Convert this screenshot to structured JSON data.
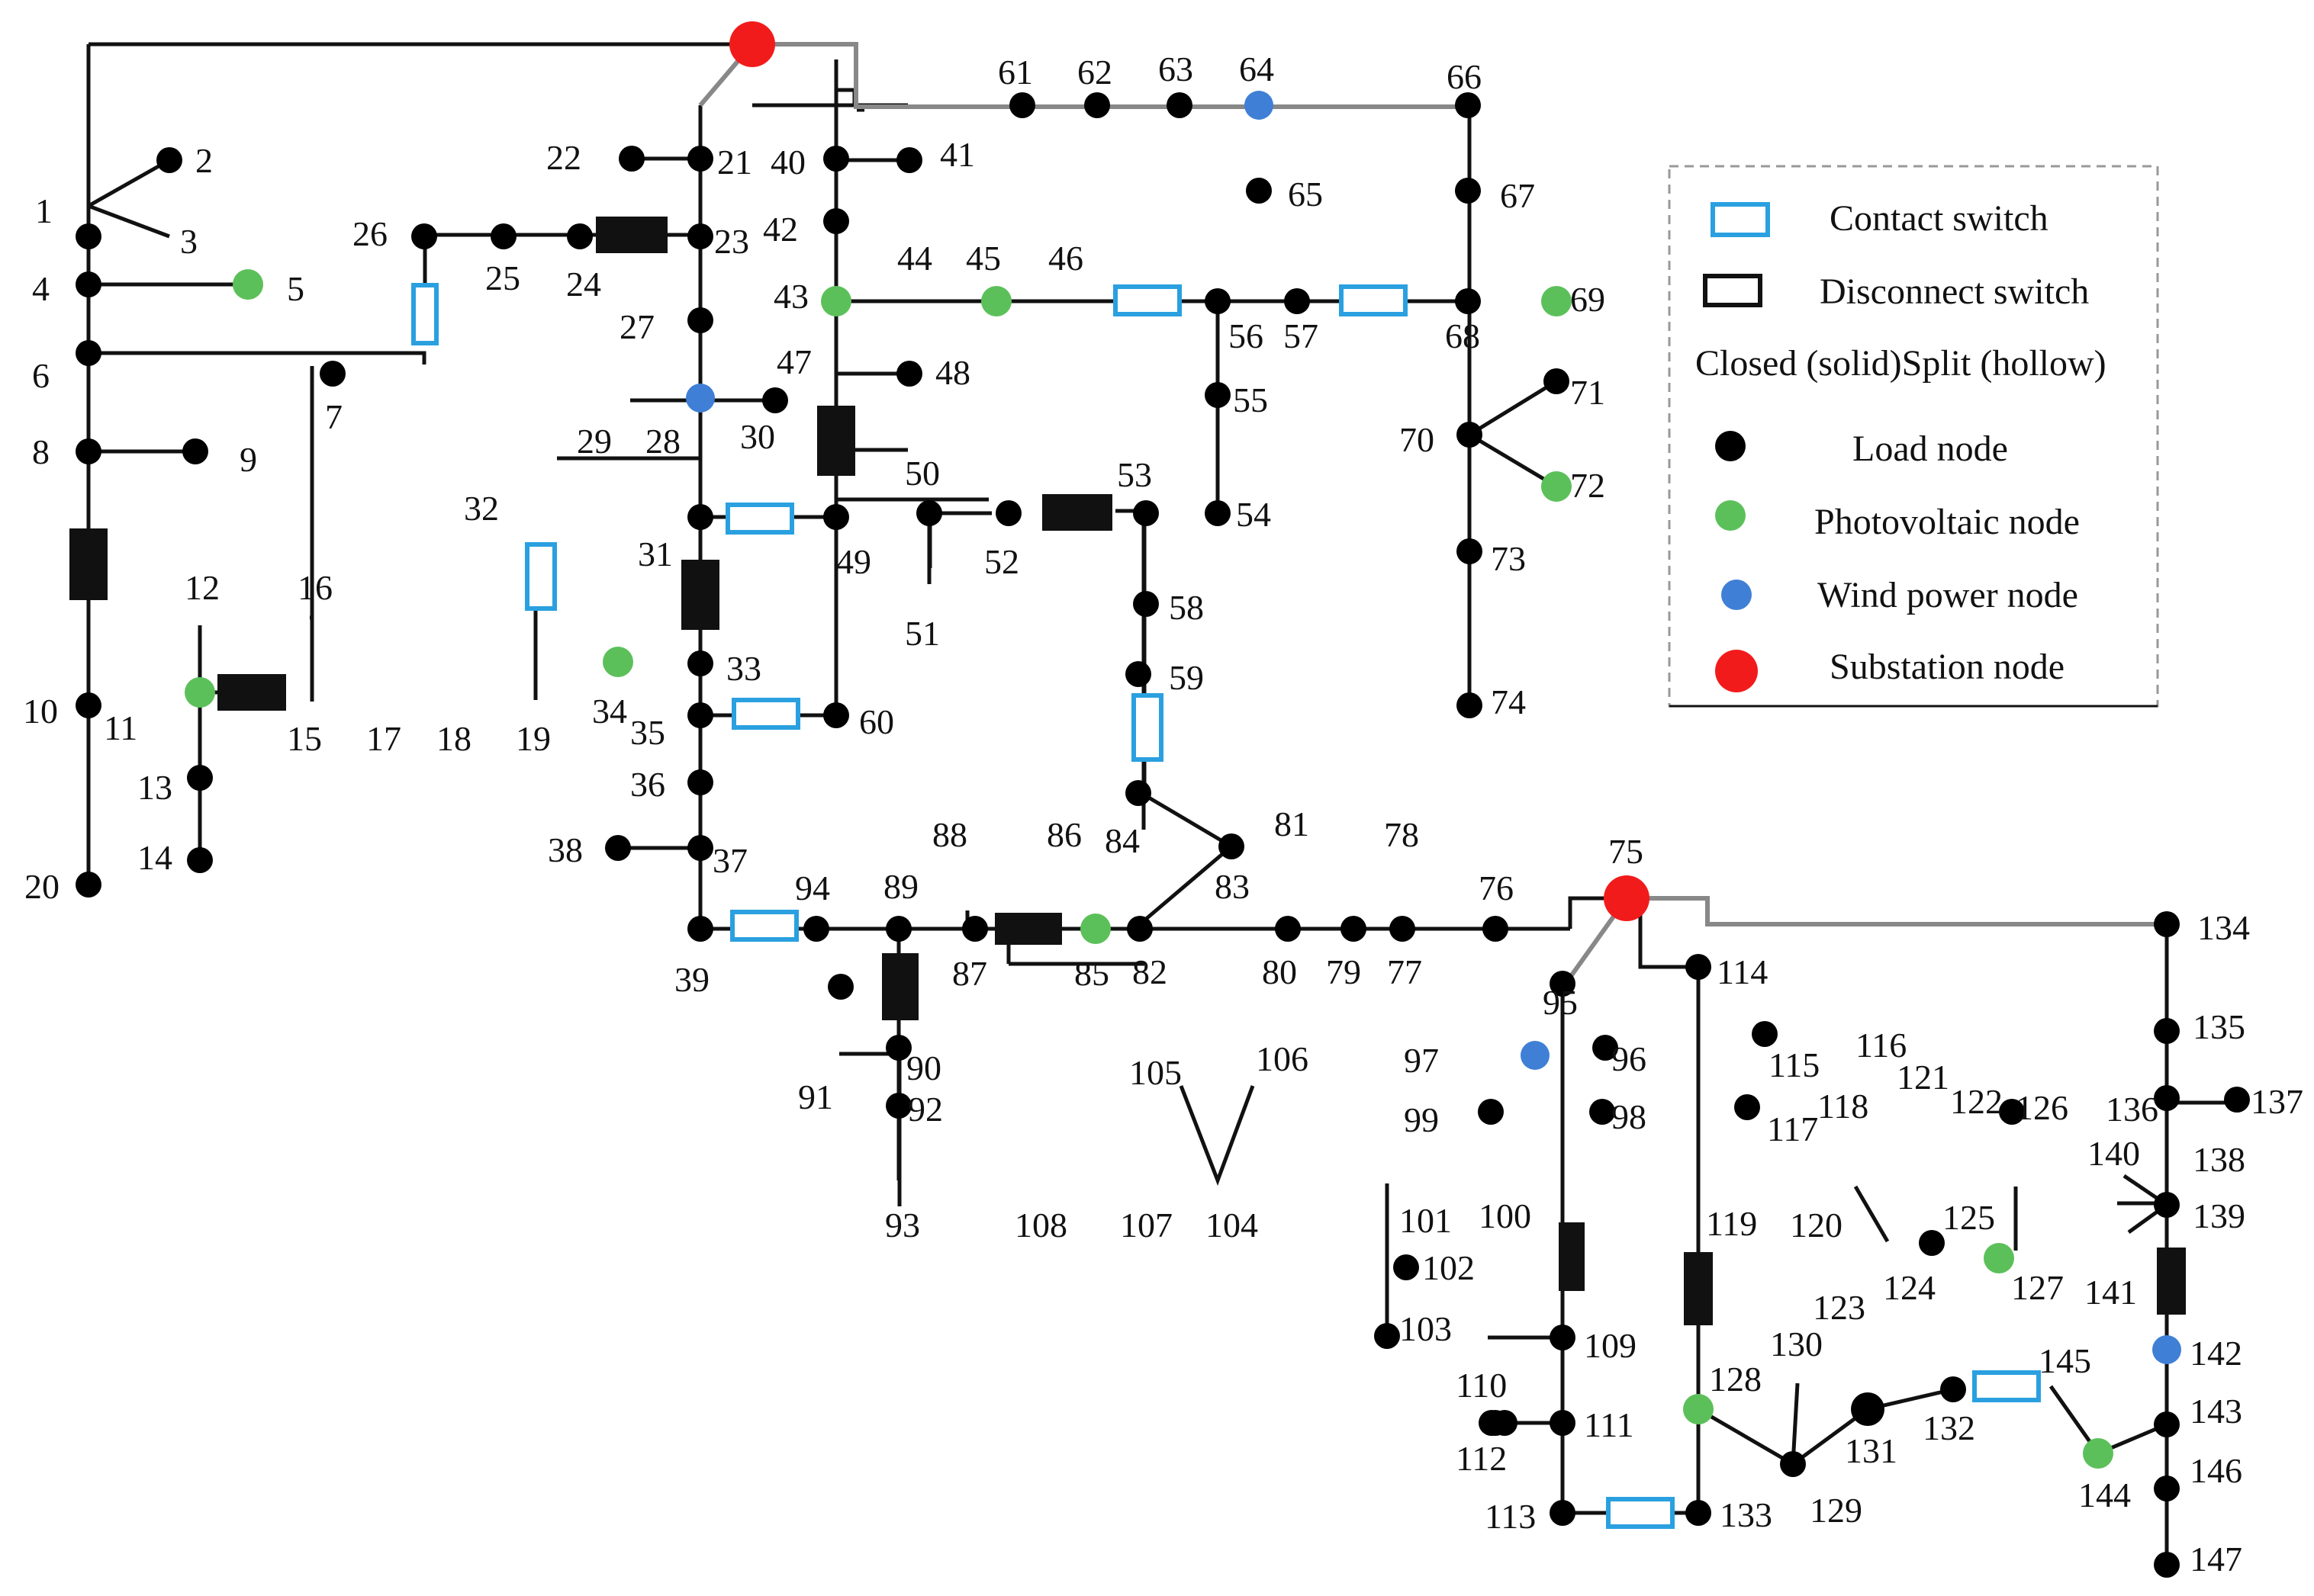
{
  "legend": {
    "contact_switch": "Contact switch",
    "disconnect_switch": "Disconnect switch",
    "closed_split": "Closed (solid)Split (hollow)",
    "load_node": "Load node",
    "pv_node": "Photovoltaic node",
    "wind_node": "Wind power node",
    "substation_node": "Substation node"
  },
  "colors": {
    "load": "#000000",
    "pv": "#5cc05a",
    "wind": "#3f7fd6",
    "substation": "#f21b1b",
    "contact_switch": "#2aa0e0",
    "line": "#111111"
  },
  "labels": [
    "1",
    "2",
    "3",
    "4",
    "5",
    "6",
    "7",
    "8",
    "9",
    "10",
    "11",
    "12",
    "13",
    "14",
    "15",
    "16",
    "17",
    "18",
    "19",
    "20",
    "21",
    "22",
    "23",
    "24",
    "25",
    "26",
    "27",
    "28",
    "29",
    "30",
    "31",
    "32",
    "33",
    "34",
    "35",
    "36",
    "37",
    "38",
    "39",
    "40",
    "41",
    "42",
    "43",
    "44",
    "45",
    "46",
    "47",
    "48",
    "49",
    "50",
    "51",
    "52",
    "53",
    "54",
    "55",
    "56",
    "57",
    "58",
    "59",
    "60",
    "61",
    "62",
    "63",
    "64",
    "65",
    "66",
    "67",
    "68",
    "69",
    "70",
    "71",
    "72",
    "73",
    "74",
    "75",
    "76",
    "77",
    "78",
    "79",
    "80",
    "81",
    "82",
    "83",
    "84",
    "85",
    "86",
    "87",
    "88",
    "89",
    "90",
    "91",
    "92",
    "93",
    "94",
    "95",
    "96",
    "97",
    "98",
    "99",
    "100",
    "101",
    "102",
    "103",
    "104",
    "105",
    "106",
    "107",
    "108",
    "109",
    "110",
    "111",
    "112",
    "113",
    "114",
    "115",
    "116",
    "117",
    "118",
    "119",
    "120",
    "121",
    "122",
    "123",
    "124",
    "125",
    "126",
    "127",
    "128",
    "129",
    "130",
    "131",
    "132",
    "133",
    "134",
    "135",
    "136",
    "137",
    "138",
    "139",
    "140",
    "141",
    "142",
    "143",
    "144",
    "145",
    "146",
    "147"
  ]
}
